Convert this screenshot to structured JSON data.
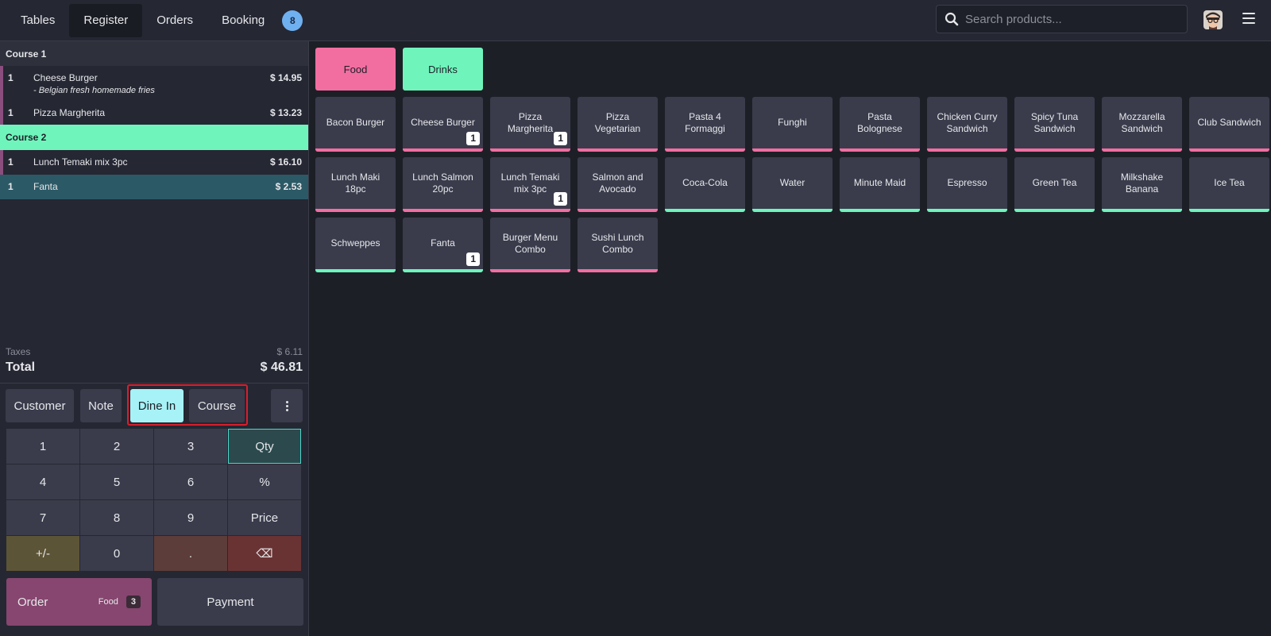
{
  "nav": {
    "tabs": [
      {
        "label": "Tables"
      },
      {
        "label": "Register"
      },
      {
        "label": "Orders"
      },
      {
        "label": "Booking"
      }
    ],
    "badge": "8",
    "active_tab": "Register"
  },
  "search": {
    "placeholder": "Search products...",
    "value": ""
  },
  "order": {
    "courses": [
      {
        "label": "Course 1",
        "lines": [
          {
            "qty": "1",
            "name": "Cheese Burger",
            "note": "- Belgian fresh homemade fries",
            "price": "$ 14.95"
          },
          {
            "qty": "1",
            "name": "Pizza Margherita",
            "price": "$ 13.23"
          }
        ]
      },
      {
        "label": "Course 2",
        "lines": [
          {
            "qty": "1",
            "name": "Lunch Temaki mix 3pc",
            "price": "$ 16.10"
          },
          {
            "qty": "1",
            "name": "Fanta",
            "price": "$ 2.53"
          }
        ]
      }
    ],
    "taxes_label": "Taxes",
    "taxes_value": "$ 6.11",
    "total_label": "Total",
    "total_value": "$ 46.81"
  },
  "actions": {
    "customer": "Customer",
    "note": "Note",
    "dine_in": "Dine In",
    "course": "Course"
  },
  "numpad": {
    "keys": [
      "1",
      "2",
      "3",
      "Qty",
      "4",
      "5",
      "6",
      "%",
      "7",
      "8",
      "9",
      "Price",
      "+/-",
      "0",
      ".",
      "⌫"
    ]
  },
  "footer": {
    "order_label": "Order",
    "order_category": "Food",
    "order_count": "3",
    "payment_label": "Payment"
  },
  "categories": [
    {
      "label": "Food",
      "color": "#f26ea1"
    },
    {
      "label": "Drinks",
      "color": "#6ff5bc"
    }
  ],
  "products": [
    {
      "name": "Bacon Burger",
      "category": "food"
    },
    {
      "name": "Cheese Burger",
      "category": "food",
      "qty": "1"
    },
    {
      "name": "Pizza Margherita",
      "category": "food",
      "qty": "1"
    },
    {
      "name": "Pizza Vegetarian",
      "category": "food"
    },
    {
      "name": "Pasta 4 Formaggi",
      "category": "food"
    },
    {
      "name": "Funghi",
      "category": "food"
    },
    {
      "name": "Pasta Bolognese",
      "category": "food"
    },
    {
      "name": "Chicken Curry Sandwich",
      "category": "food"
    },
    {
      "name": "Spicy Tuna Sandwich",
      "category": "food"
    },
    {
      "name": "Mozzarella Sandwich",
      "category": "food"
    },
    {
      "name": "Club Sandwich",
      "category": "food"
    },
    {
      "name": "Lunch Maki 18pc",
      "category": "food"
    },
    {
      "name": "Lunch Salmon 20pc",
      "category": "food"
    },
    {
      "name": "Lunch Temaki mix 3pc",
      "category": "food",
      "qty": "1"
    },
    {
      "name": "Salmon and Avocado",
      "category": "food"
    },
    {
      "name": "Coca-Cola",
      "category": "drinks"
    },
    {
      "name": "Water",
      "category": "drinks"
    },
    {
      "name": "Minute Maid",
      "category": "drinks"
    },
    {
      "name": "Espresso",
      "category": "drinks"
    },
    {
      "name": "Green Tea",
      "category": "drinks"
    },
    {
      "name": "Milkshake Banana",
      "category": "drinks"
    },
    {
      "name": "Ice Tea",
      "category": "drinks"
    },
    {
      "name": "Schweppes",
      "category": "drinks"
    },
    {
      "name": "Fanta",
      "category": "drinks",
      "qty": "1"
    },
    {
      "name": "Burger Menu Combo",
      "category": "food"
    },
    {
      "name": "Sushi Lunch Combo",
      "category": "food"
    }
  ],
  "colors": {
    "food": "#f26ea1",
    "drinks": "#6ff5bc",
    "highlight": "#d81e2a"
  }
}
